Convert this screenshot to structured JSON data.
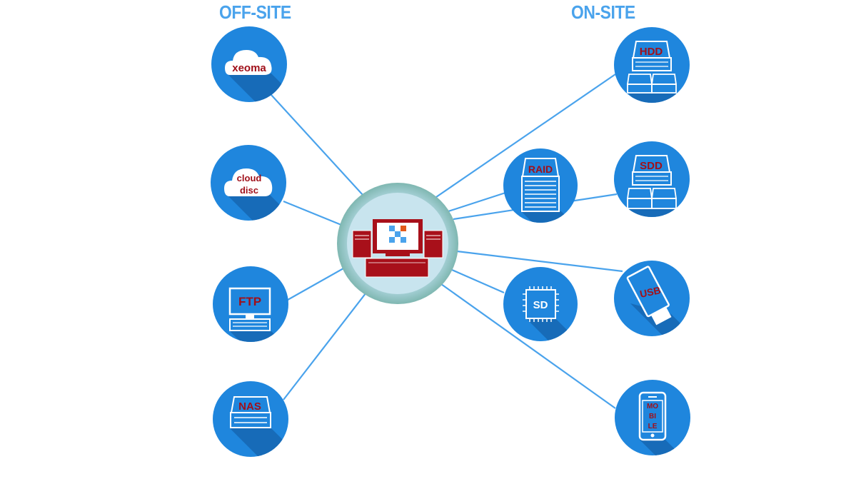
{
  "headings": {
    "off_site": "OFF-SITE",
    "on_site": "ON-SITE"
  },
  "hub": {
    "icon": "xeoma-server-icon"
  },
  "off_site_nodes": [
    {
      "id": "xeoma",
      "label": "xeoma",
      "icon": "cloud-icon"
    },
    {
      "id": "cloud-disc",
      "label_lines": [
        "cloud",
        "disc"
      ],
      "icon": "cloud-icon"
    },
    {
      "id": "ftp",
      "label": "FTP",
      "icon": "monitor-icon"
    },
    {
      "id": "nas",
      "label": "NAS",
      "icon": "nas-drive-icon"
    }
  ],
  "on_site_nodes": [
    {
      "id": "hdd",
      "label": "HDD",
      "icon": "drive-stack-icon"
    },
    {
      "id": "raid",
      "label": "RAID",
      "icon": "raid-rack-icon"
    },
    {
      "id": "sdd",
      "label": "SDD",
      "icon": "drive-stack-icon"
    },
    {
      "id": "sd",
      "label": "SD",
      "icon": "sd-chip-icon"
    },
    {
      "id": "usb",
      "label": "USB",
      "icon": "usb-stick-icon"
    },
    {
      "id": "mobile",
      "label_lines": [
        "MO",
        "BI",
        "LE"
      ],
      "icon": "smartphone-icon"
    }
  ],
  "colors": {
    "node_blue": "#1f86dd",
    "shadow_blue": "#176bb8",
    "connector": "#4aa3ec",
    "heading": "#4aa3ec",
    "label_red": "#a0101a",
    "hub_ring": "#8ec5c0",
    "hub_center": "#c8e4ee"
  }
}
